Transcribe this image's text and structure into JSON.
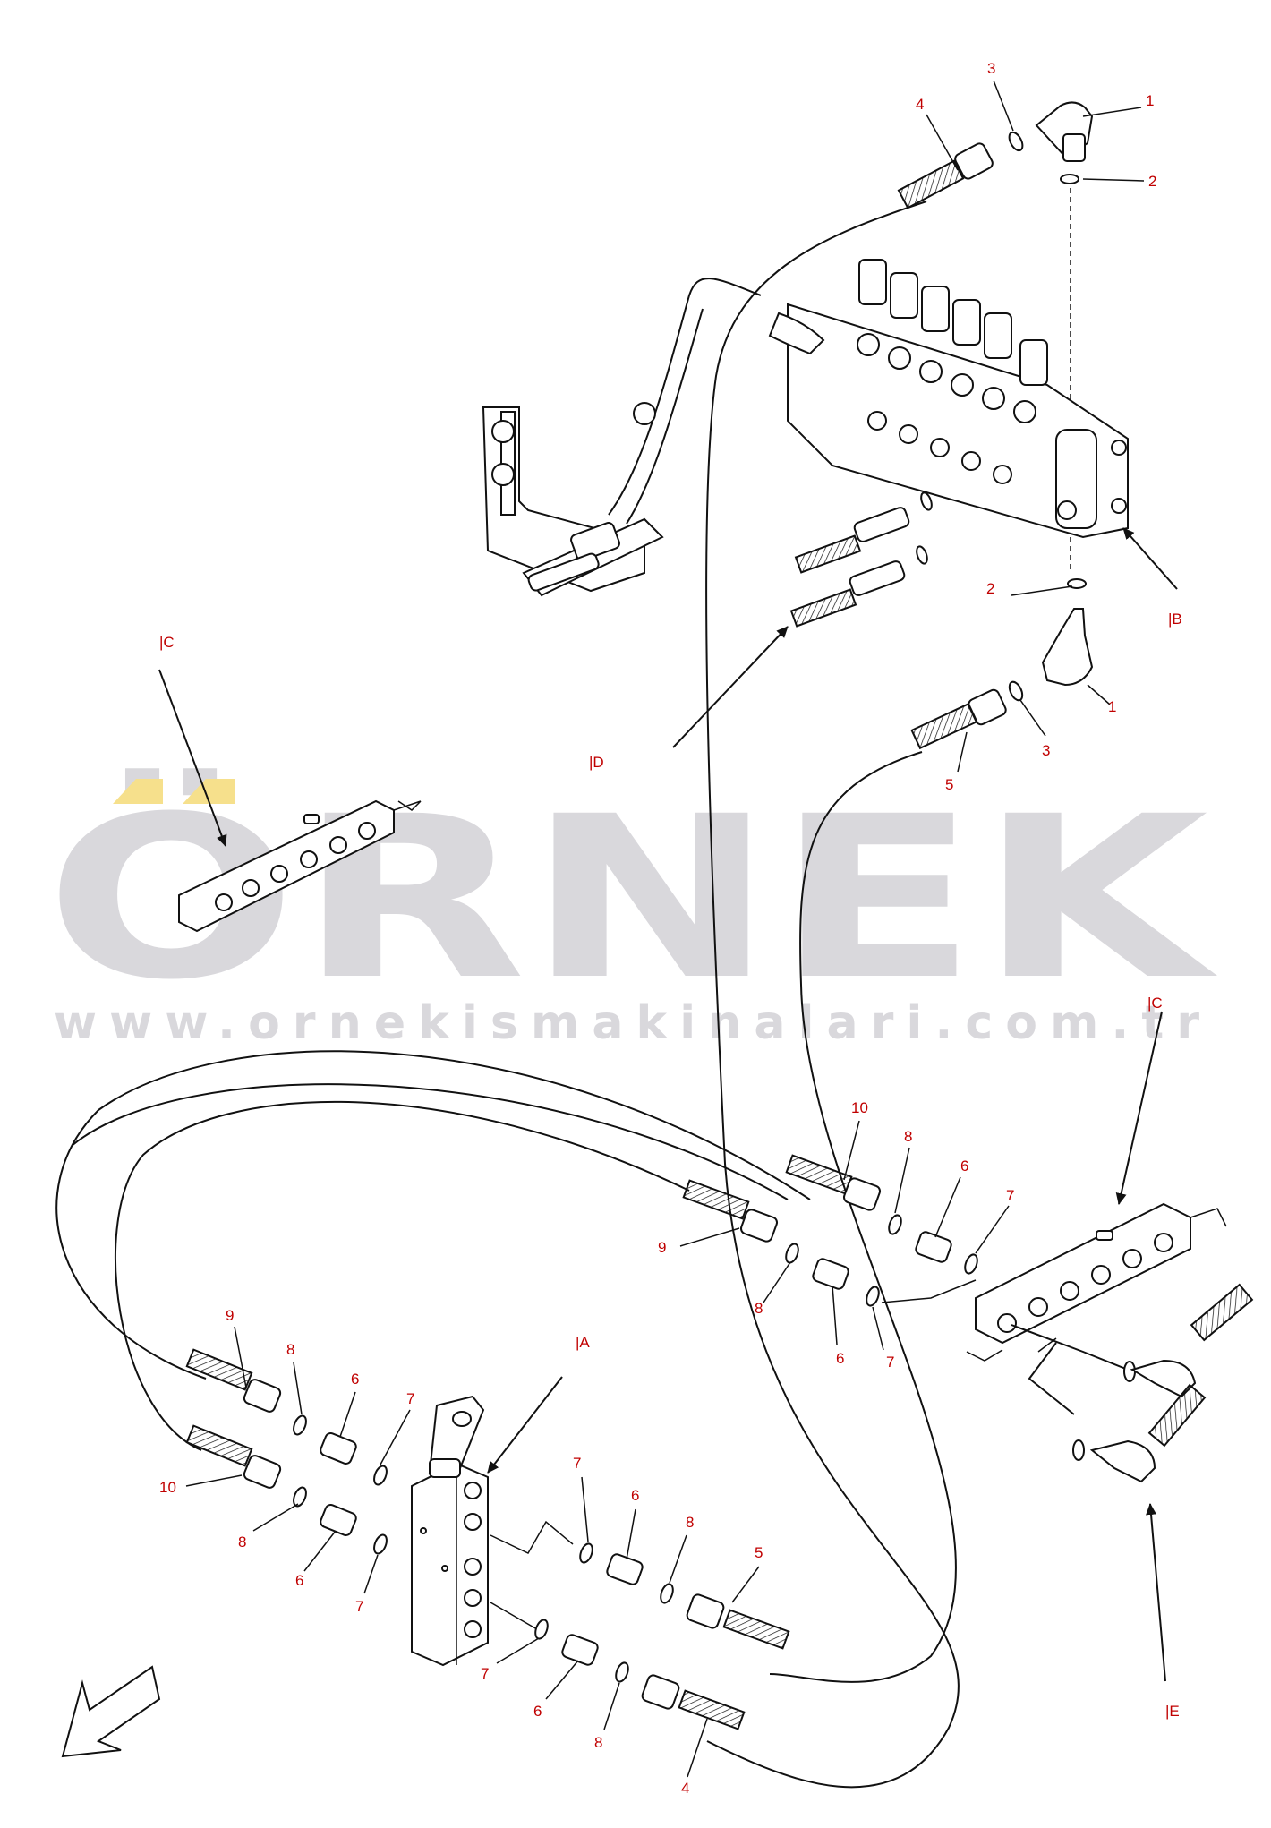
{
  "watermark": {
    "brand": "ÖRNEK",
    "url": "www.ornekismakinalari.com.tr",
    "colors": {
      "letters": "#d9d8dc",
      "dots": "#f6e08c"
    }
  },
  "view_labels": {
    "A": "|A",
    "B": "|B",
    "C_left": "|C",
    "C_right": "|C",
    "D": "|D",
    "E": "|E"
  },
  "callouts": {
    "top_1a": "1",
    "top_2a": "2",
    "top_3a": "3",
    "top_4a": "4",
    "mid_2b": "2",
    "mid_1b": "1",
    "mid_3b": "3",
    "mid_5a": "5",
    "r_10": "10",
    "r_8a": "8",
    "r_6a": "6",
    "r_7a": "7",
    "r_9": "9",
    "r_8b": "8",
    "r_6b": "6",
    "r_7b": "7",
    "l_9": "9",
    "l_8a": "8",
    "l_6a": "6",
    "l_7a": "7",
    "l_10": "10",
    "l_8b": "8",
    "l_6b": "6",
    "l_7b": "7",
    "b_7a": "7",
    "b_6a": "6",
    "b_8a": "8",
    "b_5": "5",
    "b_7b": "7",
    "b_6b": "6",
    "b_8b": "8",
    "b_4": "4"
  },
  "colors": {
    "callout": "#c00000",
    "line": "#111111"
  }
}
